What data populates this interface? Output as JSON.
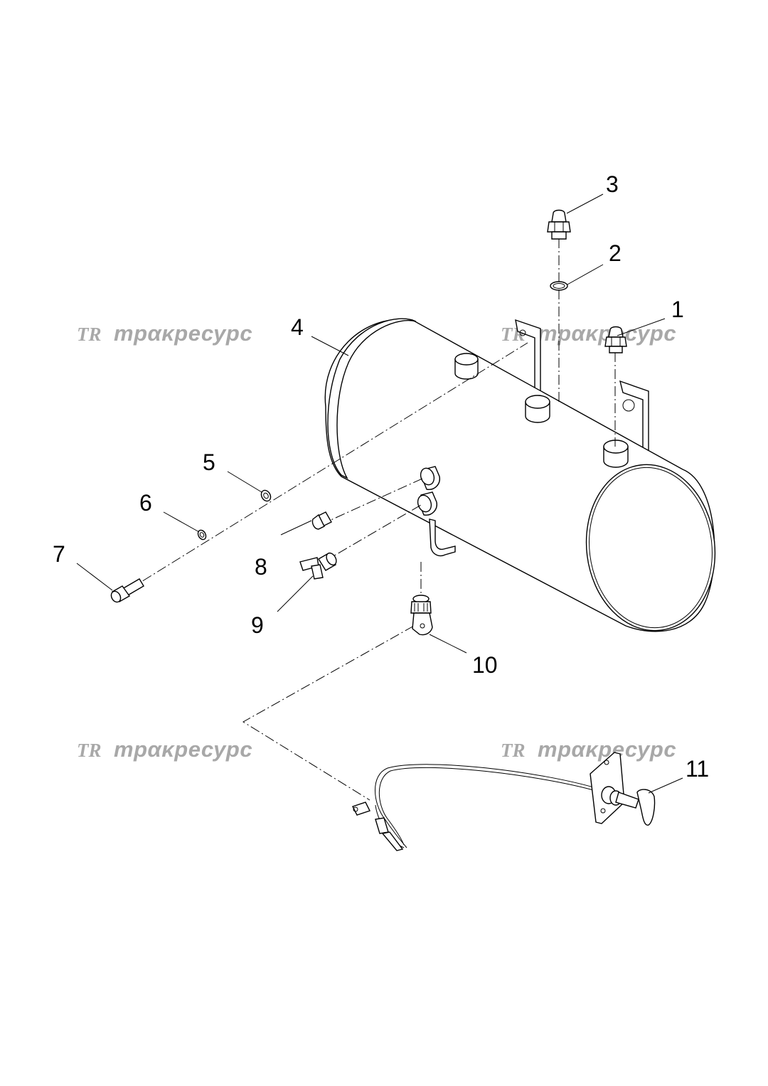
{
  "watermark": {
    "text": "трακресурс",
    "logo": "TR"
  },
  "callouts": {
    "c1": "1",
    "c2": "2",
    "c3": "3",
    "c4": "4",
    "c5": "5",
    "c6": "6",
    "c7": "7",
    "c8": "8",
    "c9": "9",
    "c10": "10",
    "c11": "11"
  }
}
